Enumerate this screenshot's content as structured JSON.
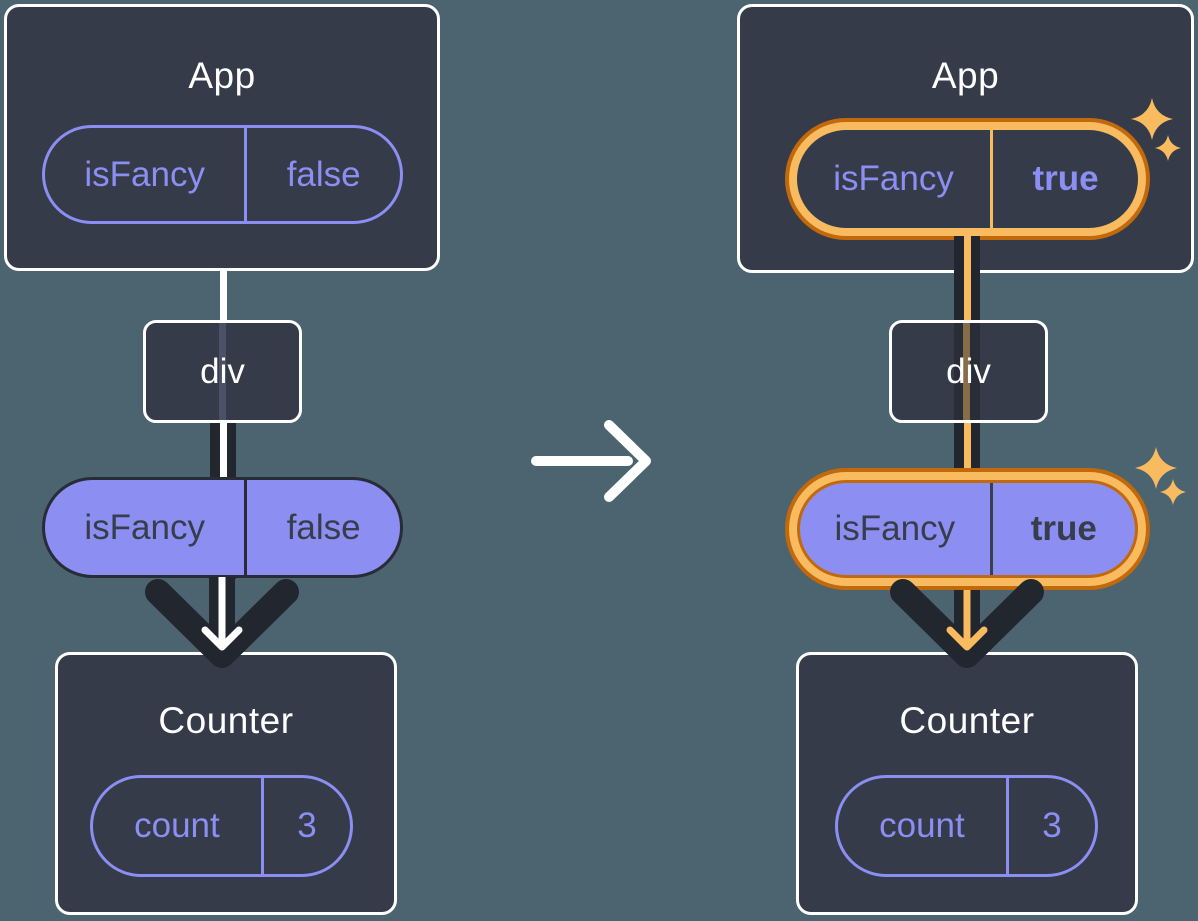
{
  "left_diagram": {
    "app": {
      "title": "App",
      "state_pill": {
        "key": "isFancy",
        "value": "false"
      }
    },
    "div_node": {
      "label": "div"
    },
    "prop_pill": {
      "key": "isFancy",
      "value": "false"
    },
    "counter": {
      "title": "Counter",
      "state_pill": {
        "key": "count",
        "value": "3"
      }
    }
  },
  "right_diagram": {
    "app": {
      "title": "App",
      "state_pill": {
        "key": "isFancy",
        "value": "true"
      }
    },
    "div_node": {
      "label": "div"
    },
    "prop_pill": {
      "key": "isFancy",
      "value": "true"
    },
    "counter": {
      "title": "Counter",
      "state_pill": {
        "key": "count",
        "value": "3"
      }
    }
  },
  "icons": {
    "transition": "arrow-right",
    "flow": "arrow-down",
    "highlight": "sparkles"
  },
  "colors": {
    "background": "#4b6470",
    "card_fill": "#353b48",
    "card_border": "#ffffff",
    "purple_accent": "#8b8ef2",
    "pill_fill": "#8c8ef1",
    "pill_text_dark": "#373d4a",
    "flow_line_dark": "#22262f",
    "highlight_orange_dark": "#c2690c",
    "highlight_orange_light": "#f9bb5f",
    "sparkle": "#f9bb5f"
  }
}
